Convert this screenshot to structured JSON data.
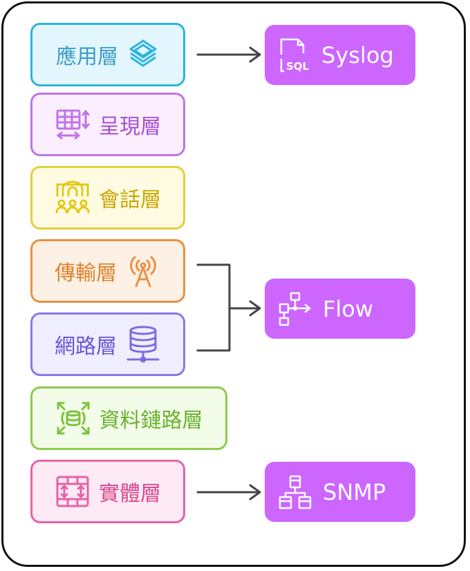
{
  "layers": [
    {
      "id": "application",
      "label": "應用層",
      "icon": "stack-layers-icon",
      "color": "#3a9cc7",
      "bg": "#e3f6fd",
      "border": "#2bb4df"
    },
    {
      "id": "presentation",
      "label": "呈現層",
      "icon": "table-resize-icon",
      "color": "#a64fd0",
      "bg": "#fbeefe",
      "border": "#c074e6"
    },
    {
      "id": "session",
      "label": "會話層",
      "icon": "meeting-users-icon",
      "color": "#c9a600",
      "bg": "#fefbe2",
      "border": "#e2d03c"
    },
    {
      "id": "transport",
      "label": "傳輸層",
      "icon": "antenna-icon",
      "color": "#e0822c",
      "bg": "#fdf0e4",
      "border": "#e89143"
    },
    {
      "id": "network",
      "label": "網路層",
      "icon": "database-network-icon",
      "color": "#6a55d6",
      "bg": "#efeefe",
      "border": "#8a78e6"
    },
    {
      "id": "datalink",
      "label": "資料鏈路層",
      "icon": "database-expand-icon",
      "color": "#67b12c",
      "bg": "#f3fce9",
      "border": "#8ccb4b"
    },
    {
      "id": "physical",
      "label": "實體層",
      "icon": "grid-split-icon",
      "color": "#d9488f",
      "bg": "#fdeaf4",
      "border": "#e563a7"
    }
  ],
  "protocols": [
    {
      "id": "syslog",
      "label": "Syslog",
      "icon": "sql-file-icon"
    },
    {
      "id": "flow",
      "label": "Flow",
      "icon": "flow-chart-icon"
    },
    {
      "id": "snmp",
      "label": "SNMP",
      "icon": "network-hierarchy-icon"
    }
  ],
  "colors": {
    "protocol_bg": "#cc66ff",
    "protocol_text": "#ffffff",
    "arrow": "#444444",
    "frame": "#111111"
  }
}
